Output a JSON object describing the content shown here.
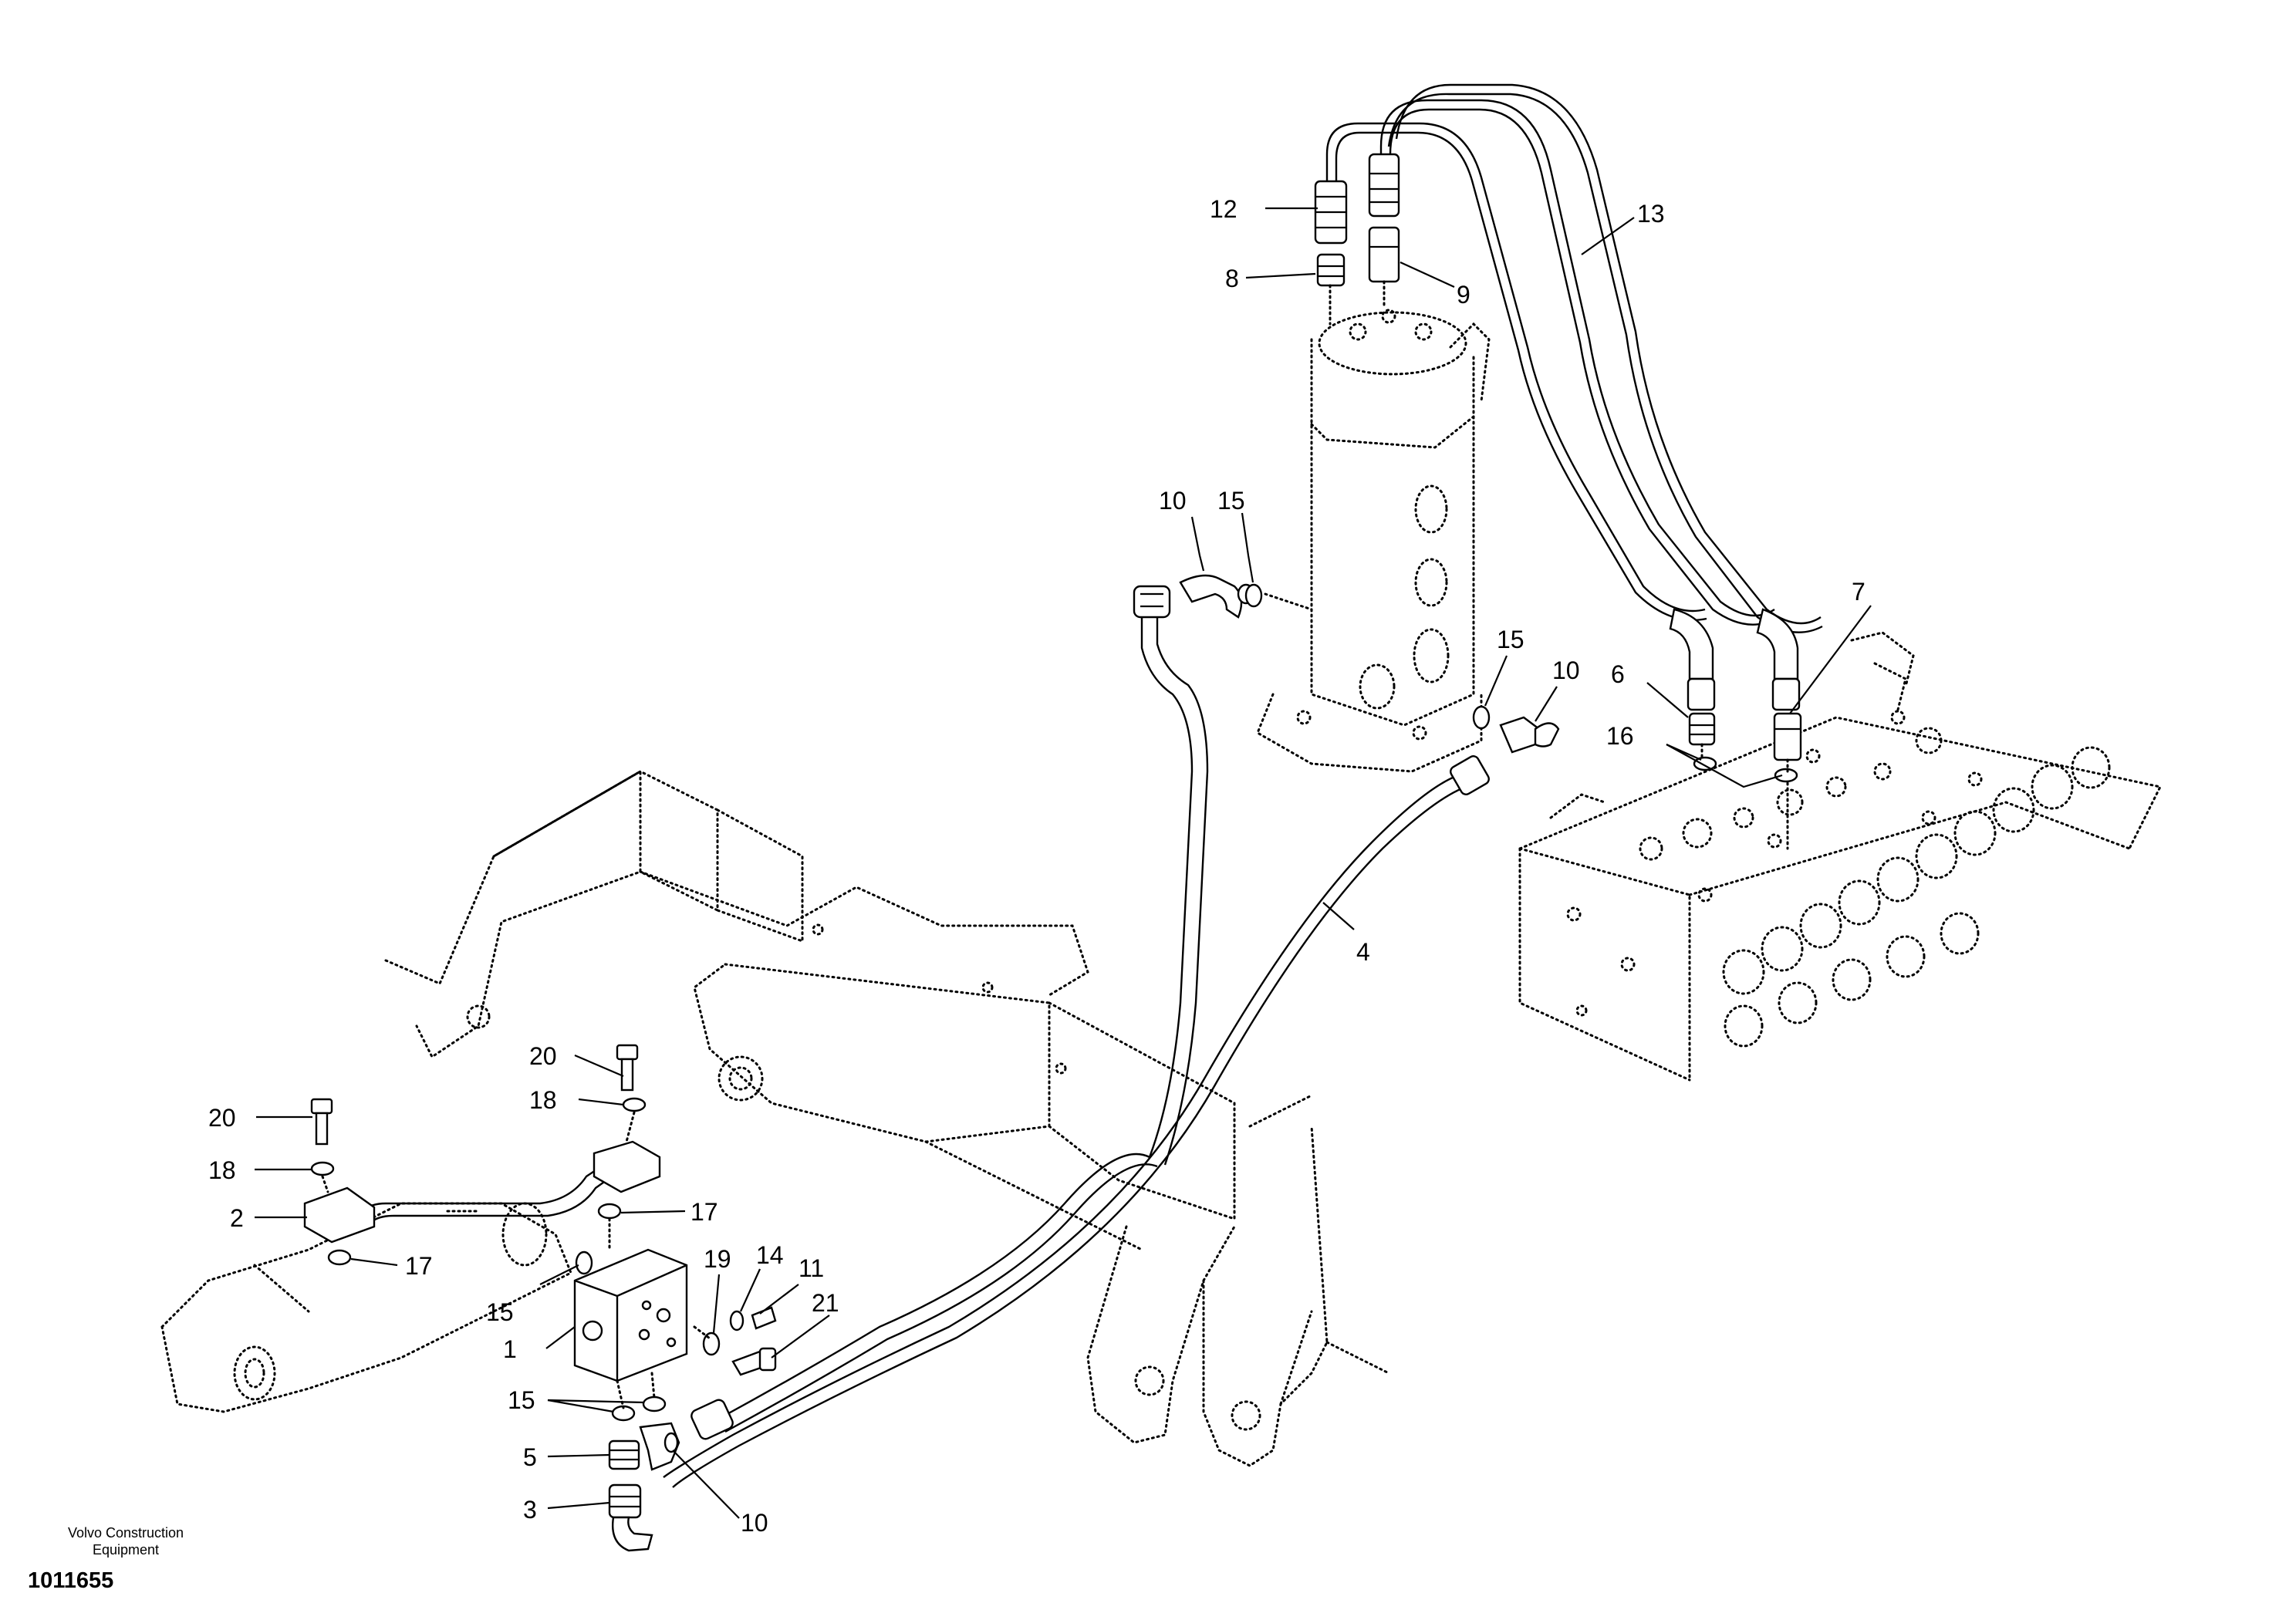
{
  "callouts": {
    "c1": "1",
    "c2": "2",
    "c3": "3",
    "c4": "4",
    "c5": "5",
    "c6": "6",
    "c7": "7",
    "c8": "8",
    "c9": "9",
    "c10a": "10",
    "c10b": "10",
    "c10c": "10",
    "c11": "11",
    "c12": "12",
    "c13": "13",
    "c14": "14",
    "c15a": "15",
    "c15b": "15",
    "c15c": "15",
    "c15d": "15",
    "c16": "16",
    "c17a": "17",
    "c17b": "17",
    "c18a": "18",
    "c18b": "18",
    "c19": "19",
    "c20a": "20",
    "c20b": "20",
    "c21": "21"
  },
  "footer": {
    "brand_line1": "Volvo Construction",
    "brand_line2": "Equipment",
    "drawing_number": "1011655"
  }
}
